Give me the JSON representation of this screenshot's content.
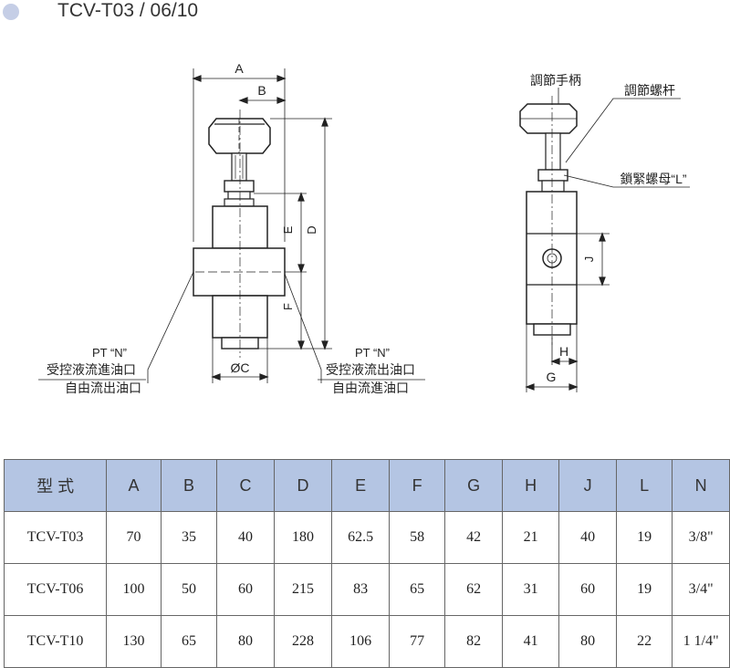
{
  "title": "TCV-T03 / 06/10",
  "labels": {
    "dim_a": "A",
    "dim_b": "B",
    "dim_c": "ØC",
    "dim_d": "D",
    "dim_e": "E",
    "dim_f": "F",
    "dim_g": "G",
    "dim_h": "H",
    "dim_j": "J",
    "left_port_1": "PT “N”",
    "left_port_2": "受控液流進油口",
    "left_port_3": "自由流出油口",
    "right_port_1": "PT “N”",
    "right_port_2": "受控液流出油口",
    "right_port_3": "自由流進油口",
    "handle": "調節手柄",
    "screw": "調節螺杆",
    "locknut": "鎖緊螺母“L”"
  },
  "table": {
    "headers": [
      "型 式",
      "A",
      "B",
      "C",
      "D",
      "E",
      "F",
      "G",
      "H",
      "J",
      "L",
      "N"
    ],
    "rows": [
      [
        "TCV-T03",
        "70",
        "35",
        "40",
        "180",
        "62.5",
        "58",
        "42",
        "21",
        "40",
        "19",
        "3/8\""
      ],
      [
        "TCV-T06",
        "100",
        "50",
        "60",
        "215",
        "83",
        "65",
        "62",
        "31",
        "60",
        "19",
        "3/4\""
      ],
      [
        "TCV-T10",
        "130",
        "65",
        "80",
        "228",
        "106",
        "77",
        "82",
        "41",
        "80",
        "22",
        "1 1/4\""
      ]
    ]
  },
  "colors": {
    "header_bg": "#b4c5e3",
    "title_dot": "#c5cee6"
  }
}
